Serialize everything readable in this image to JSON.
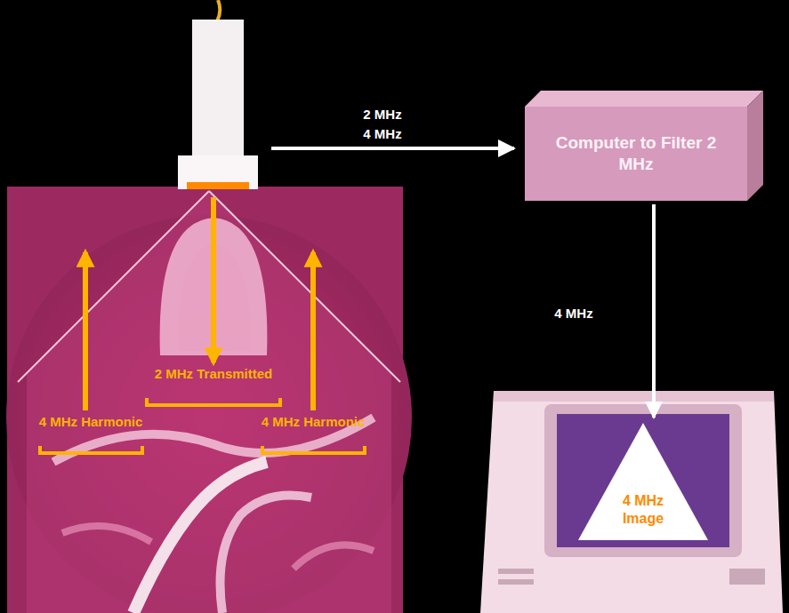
{
  "diagram": {
    "nodes": [
      {
        "text": [
          "Computer to Filter 2 MHz"
        ]
      },
      {
        "text": [
          "4 MHz Image"
        ]
      }
    ],
    "edges": [
      {
        "from": 0,
        "to": 1,
        "arrow": "to",
        "label": "4 MHz"
      }
    ],
    "labels": [
      "2 MHz",
      "4 MHz",
      "2 MHz Transmitted",
      "4 MHz Harmonic",
      "4 MHz Harmonic"
    ]
  }
}
